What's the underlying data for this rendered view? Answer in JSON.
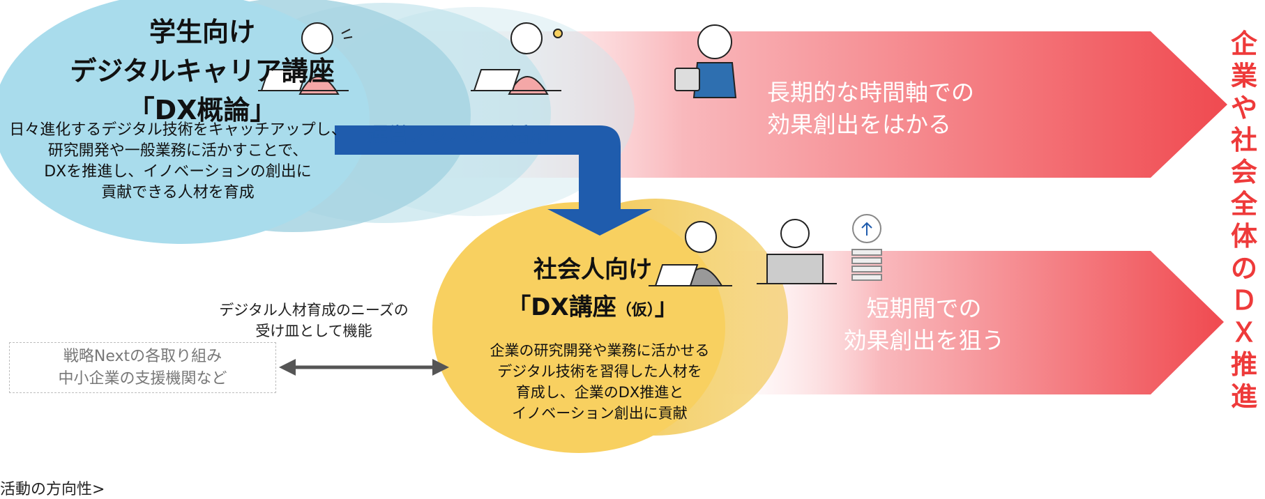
{
  "student": {
    "title_lines": [
      "学生向け",
      "デジタルキャリア講座",
      "「DX概論」"
    ],
    "desc_lines": [
      "日々進化するデジタル技術をキャッチアップし、",
      "研究開発や一般業務に活かすことで、",
      "DXを推進し、イノベーションの創出に",
      "貢献できる人材を育成"
    ]
  },
  "arrow_label": "運営ノウハウの活用",
  "long_term_lines": [
    "長期的な時間軸での",
    "効果創出をはかる"
  ],
  "worker": {
    "title_line1": "社会人向け",
    "title_line2_pre": "「DX講座",
    "title_line2_small": "（仮）",
    "title_line2_post": "」",
    "desc_lines": [
      "企業の研究開発や業務に活かせる",
      "デジタル技術を習得した人材を",
      "育成し、企業のDX推進と",
      "イノベーション創出に貢献"
    ]
  },
  "short_term_lines": [
    "短期間での",
    "効果創出を狙う"
  ],
  "needs_lines": [
    "デジタル人材育成のニーズの",
    "受け皿として機能"
  ],
  "partners_lines": [
    "戦略Nextの各取り組み",
    "中小企業の支援機関など"
  ],
  "footnote": "活動の方向性>",
  "vertical_chars": [
    "企",
    "業",
    "や",
    "社",
    "会",
    "全",
    "体",
    "の",
    "Ｄ",
    "Ｘ",
    "推",
    "進"
  ],
  "colors": {
    "student_circle": "#a9dcec",
    "worker_circle": "#f8d060",
    "arrow_blue": "#1f5cad",
    "red_accent": "#ee3a3a"
  }
}
